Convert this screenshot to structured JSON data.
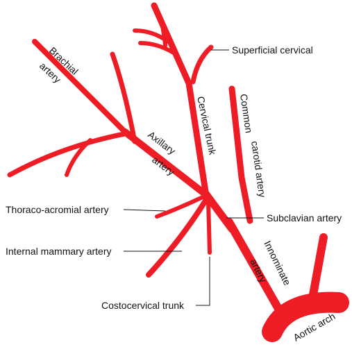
{
  "colors": {
    "artery": "#ee1c25",
    "text": "#111111",
    "background": "#ffffff"
  },
  "labels": {
    "brachial_artery_l1": "Brachial",
    "brachial_artery_l2": "artery",
    "axillary_artery_l1": "Axillary",
    "axillary_artery_l2": "artery",
    "cervical_trunk": "Cervical trunk",
    "superficial_cervical": "Superficial cervical",
    "common_carotid_l1": "Common",
    "common_carotid_l2": "carotid artery",
    "thoraco_acromial": "Thoraco-acromial artery",
    "subclavian": "Subclavian artery",
    "internal_mammary": "Internal mammary artery",
    "innominate_l1": "Innominate",
    "innominate_l2": "artery",
    "costocervical_trunk": "Costocervical trunk",
    "aortic_arch": "Aortic arch"
  }
}
